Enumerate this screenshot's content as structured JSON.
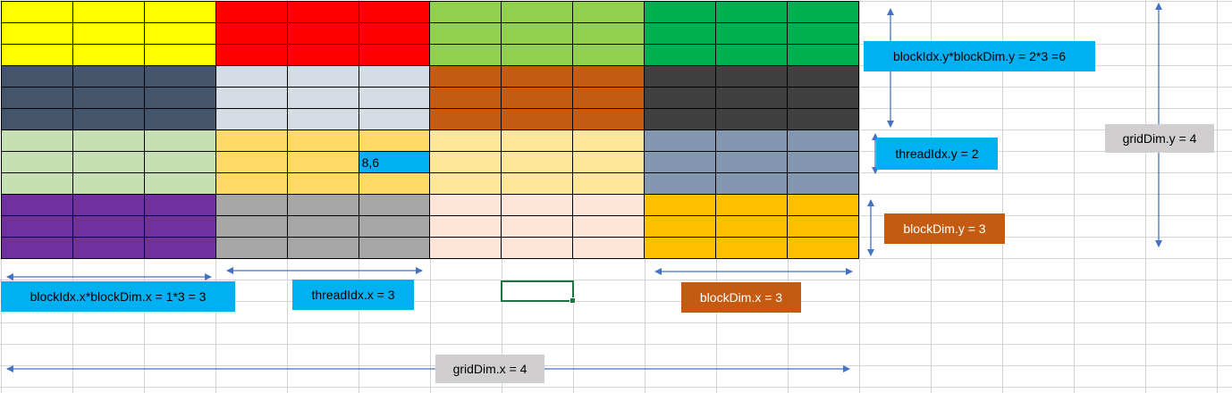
{
  "grid": {
    "rows": 12,
    "cols": 12,
    "block_colors": [
      [
        "#ffff00",
        "#ff0000",
        "#92d050",
        "#00b050"
      ],
      [
        "#44546a",
        "#d6dce4",
        "#c55a11",
        "#404040"
      ],
      [
        "#c6e0b4",
        "#ffd966",
        "#ffe699",
        "#8497b0"
      ],
      [
        "#7030a0",
        "#a6a6a6",
        "#fce4d6",
        "#ffc000"
      ]
    ],
    "highlight": {
      "row": 7,
      "col": 5,
      "text": "8,6"
    }
  },
  "labels": {
    "block_idx_y": "blockIdx.y*blockDim.y = 2*3 =6",
    "thread_idx_y": "threadIdx.y = 2",
    "block_dim_y": "blockDim.y = 3",
    "grid_dim_y": "gridDim.y = 4",
    "block_idx_x": "blockIdx.x*blockDim.x = 1*3 = 3",
    "thread_idx_x": "threadIdx.x = 3",
    "block_dim_x": "blockDim.x = 3",
    "grid_dim_x": "gridDim.x = 4"
  },
  "colors": {
    "label_blue": "#00b0f0",
    "label_orange": "#c55a11",
    "label_grey": "#d0cece",
    "arrow": "#4472c4"
  }
}
